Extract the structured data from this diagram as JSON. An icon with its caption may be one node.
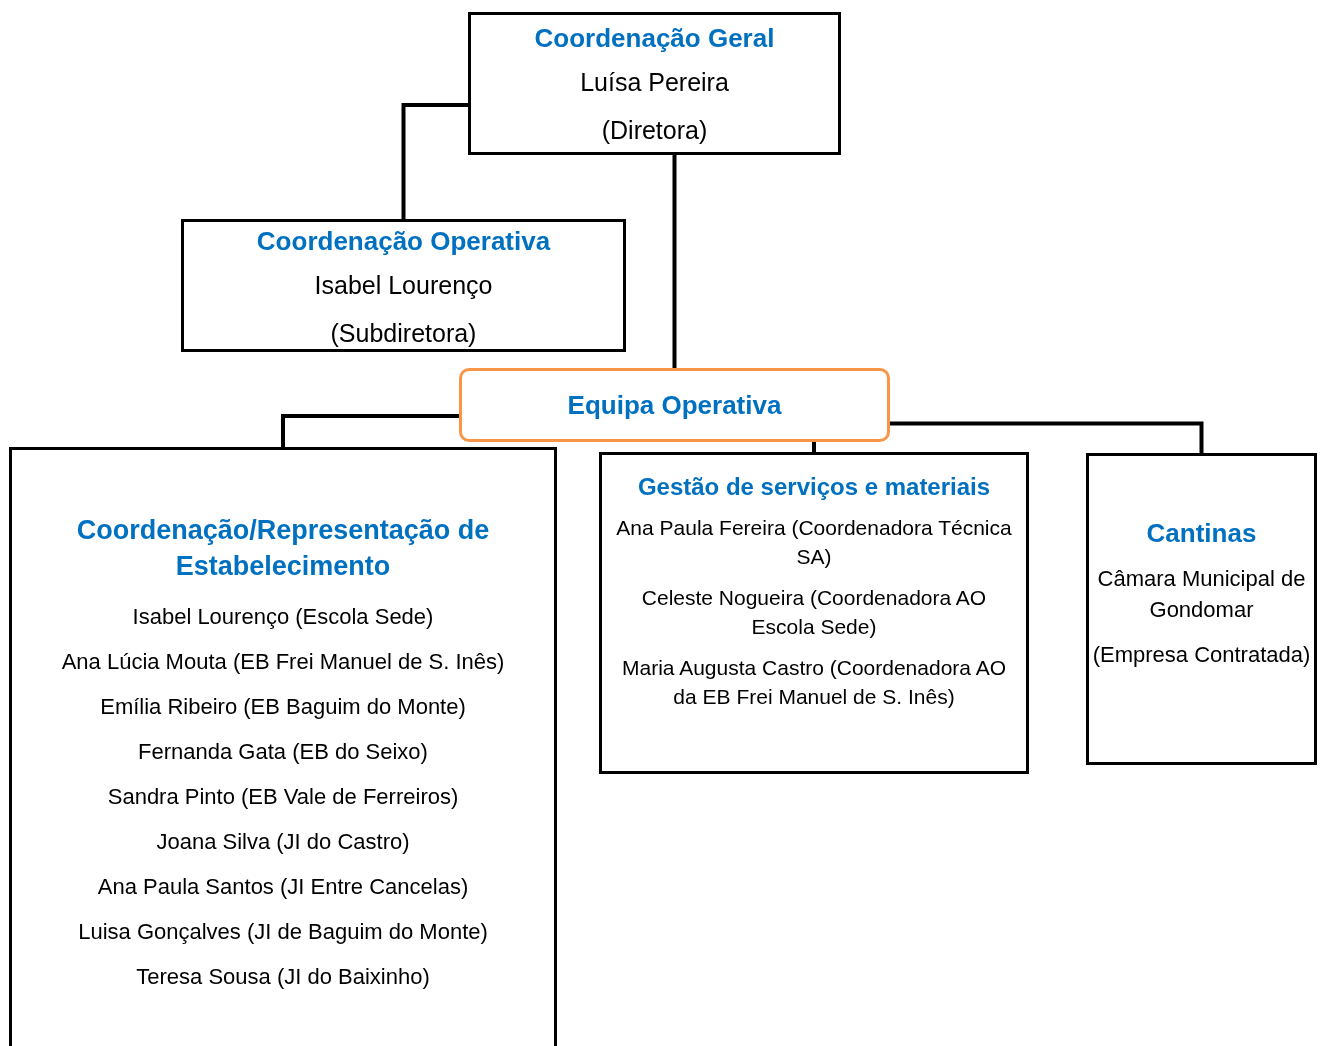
{
  "diagram": {
    "nodes": [
      {
        "text": [
          "Coordenação Geral",
          "Luísa Pereira",
          "(Diretora)"
        ]
      },
      {
        "text": [
          "Coordenação Operativa",
          "Isabel Lourenço",
          "(Subdiretora)"
        ]
      },
      {
        "text": [
          "Equipa Operativa"
        ]
      },
      {
        "text": [
          "Coordenação/Representação de Estabelecimento",
          "Isabel Lourenço (Escola Sede)",
          "Ana Lúcia Mouta (EB Frei Manuel de S. Inês)",
          "Emília Ribeiro (EB Baguim do Monte)",
          "Fernanda Gata (EB do Seixo)",
          "Sandra Pinto (EB Vale de Ferreiros)",
          "Joana Silva (JI do Castro)",
          "Ana Paula Santos (JI Entre Cancelas)",
          "Luisa Gonçalves (JI de Baguim do Monte)",
          "Teresa Sousa (JI do Baixinho)"
        ]
      },
      {
        "text": [
          "Gestão de serviços e materiais",
          "Ana Paula Fereira (Coordenadora Técnica SA)",
          "Celeste Nogueira (Coordenadora AO Escola Sede)",
          "Maria Augusta Castro (Coordenadora AO da EB Frei Manuel de S. Inês)"
        ]
      },
      {
        "text": [
          "Cantinas",
          "Câmara Municipal de Gondomar",
          "(Empresa Contratada)"
        ]
      }
    ],
    "edges": [
      {
        "from": 0,
        "to": 2,
        "arrow": "none"
      },
      {
        "from": 0,
        "to": 1,
        "arrow": "none"
      },
      {
        "from": 2,
        "to": 3,
        "arrow": "none"
      },
      {
        "from": 2,
        "to": 4,
        "arrow": "none"
      },
      {
        "from": 2,
        "to": 5,
        "arrow": "none"
      }
    ]
  }
}
